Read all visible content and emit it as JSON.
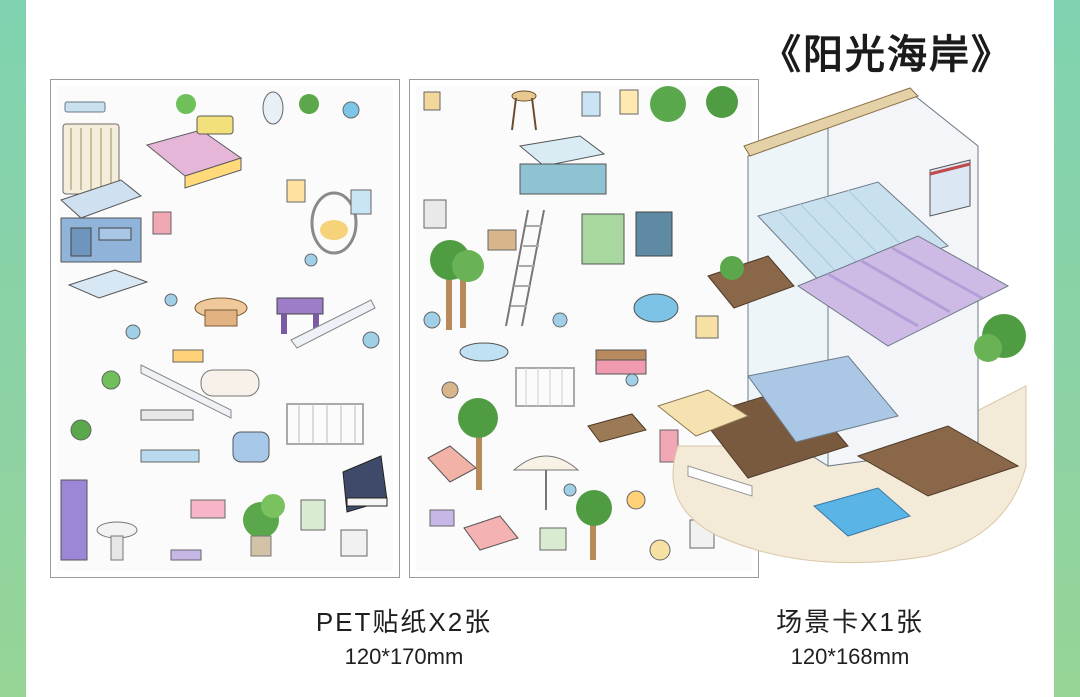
{
  "title": "《阳光海岸》",
  "left_caption": {
    "label": "PET贴纸X2张",
    "size": "120*170mm"
  },
  "right_caption": {
    "label": "场景卡X1张",
    "size": "120*168mm"
  },
  "colors": {
    "background": "#8ed2a4",
    "panel": "#ffffff",
    "text": "#1f1f1f"
  }
}
